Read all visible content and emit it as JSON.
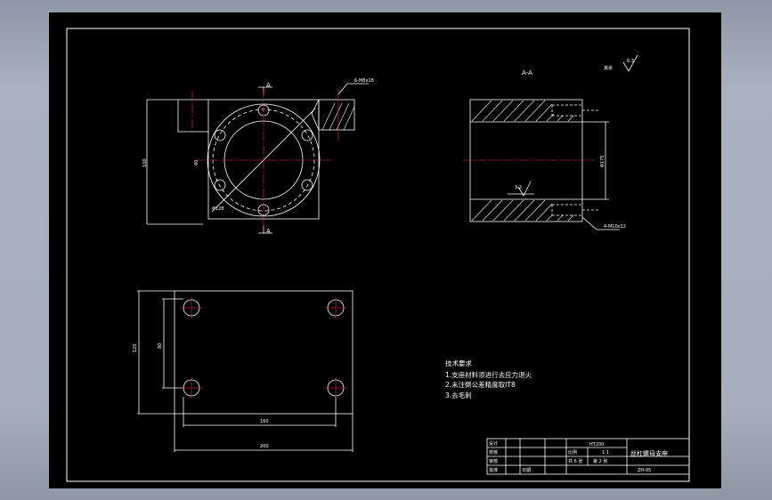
{
  "colors": {
    "sheet": "#000000",
    "line": "#ffffff",
    "center_line": "#ff3333",
    "hatch": "#ffffff"
  },
  "section_view": {
    "title": "A-A",
    "roughness_note": "其余",
    "roughness_value": "6.3",
    "depth_note": "4-M10x12",
    "bore_dim": "Φ175",
    "inner_roughness": "3.2"
  },
  "front_view": {
    "cut_label_top": "A",
    "cut_label_bottom": "A",
    "tap_note": "6-M8x18",
    "bolt_circle_dim": "Φ128",
    "height_dim": "100",
    "side_dim": "40"
  },
  "top_view": {
    "width_dim": "200",
    "hole_spacing_x": "160",
    "depth_dim": "120",
    "hole_spacing_y": "80"
  },
  "tech_notes": {
    "heading": "技术要求",
    "items": [
      "1.支座材料须进行去应力退火",
      "2.未注倒公差精度取IT8",
      "3.去毛刺"
    ]
  },
  "title_block": {
    "rows": [
      "设计",
      "校核",
      "审核",
      "批准"
    ],
    "material": "HT200",
    "scale_label": "比例",
    "scale_value": "1:1",
    "sheet_total": "共 6 张",
    "sheet_index": "第 2 张",
    "part_name": "丝杠螺母支座",
    "drawing_number": "ZH-05",
    "date_cell": "日期"
  }
}
